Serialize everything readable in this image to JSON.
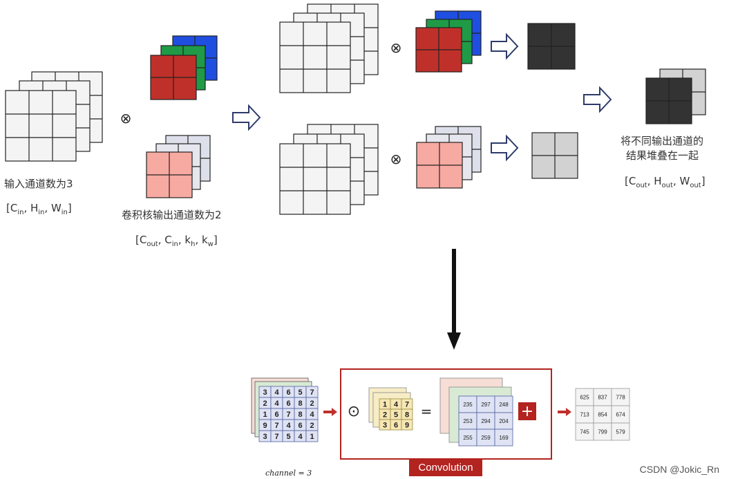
{
  "top": {
    "input_caption": "输入通道数为3",
    "input_shape": "[Cin, Hin, Win]",
    "kernel_caption": "卷积核输出通道数为2",
    "kernel_shape": "[Cout, Cin, kh, kw]",
    "output_caption_line1": "将不同输出通道的",
    "output_caption_line2": "结果堆叠在一起",
    "output_shape": "[Cout, Hout, Wout]",
    "operator": "⊗"
  },
  "bottom": {
    "input_front_grid": [
      [
        3,
        4,
        6,
        5,
        7
      ],
      [
        2,
        4,
        6,
        8,
        2
      ],
      [
        1,
        6,
        7,
        8,
        4
      ],
      [
        9,
        7,
        4,
        6,
        2
      ],
      [
        3,
        7,
        5,
        4,
        1
      ]
    ],
    "kernel_front_grid": [
      [
        1,
        4,
        7
      ],
      [
        2,
        5,
        8
      ],
      [
        3,
        6,
        9
      ]
    ],
    "partial_front_grid": [
      [
        235,
        297,
        248
      ],
      [
        253,
        294,
        204
      ],
      [
        255,
        259,
        169
      ]
    ],
    "result_grid": [
      [
        625,
        837,
        778
      ],
      [
        713,
        854,
        674
      ],
      [
        745,
        799,
        579
      ]
    ],
    "hadamard_symbol": "⊙",
    "equals_symbol": "=",
    "plus_symbol": "+",
    "conv_label": "Convolution",
    "channel_label": "channel = 3"
  },
  "colors": {
    "red": "#c0302a",
    "green": "#1f9a46",
    "blue": "#1f4fe0",
    "pink": "#f7aaa1",
    "dark": "#333333",
    "light_gray": "#d2d2d2",
    "accent": "#b3231f"
  },
  "watermark": "CSDN @Jokic_Rn"
}
